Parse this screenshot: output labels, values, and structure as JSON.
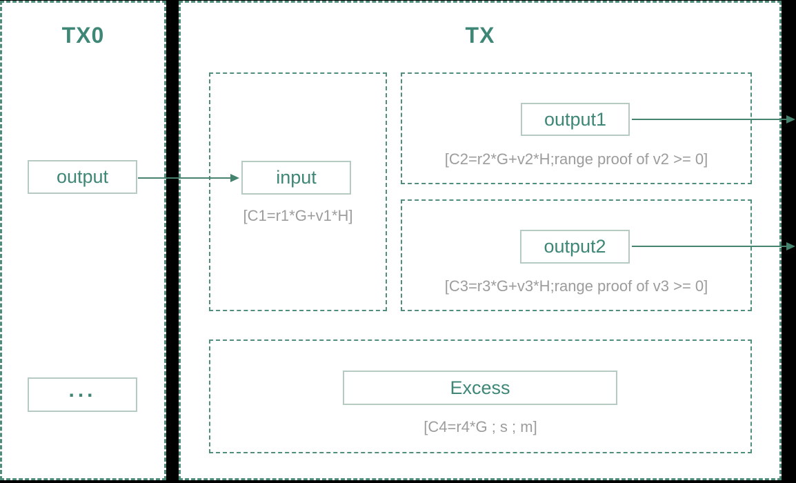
{
  "diagram": {
    "tx0": {
      "title": "TX0",
      "output": {
        "label": "output"
      },
      "more": {
        "label": "..."
      }
    },
    "tx": {
      "title": "TX",
      "input": {
        "label": "input",
        "commitment": "[C1=r1*G+v1*H]"
      },
      "output1": {
        "label": "output1",
        "commitment": "[C2=r2*G+v2*H;range proof of v2 >= 0]"
      },
      "output2": {
        "label": "output2",
        "commitment": "[C3=r3*G+v3*H;range proof of v3 >= 0]"
      },
      "excess": {
        "label": "Excess",
        "commitment": "[C4=r4*G ; s ; m]"
      }
    },
    "colors": {
      "dashed_border_teal": "#4E8C7B",
      "label_text_teal": "#3E8777",
      "solid_box_border": "#B5CBC1",
      "caption_gray": "#9C9C9C",
      "arrow_teal": "#45836F",
      "panel_background": "#FFFFFF",
      "page_background": "#000000"
    }
  }
}
